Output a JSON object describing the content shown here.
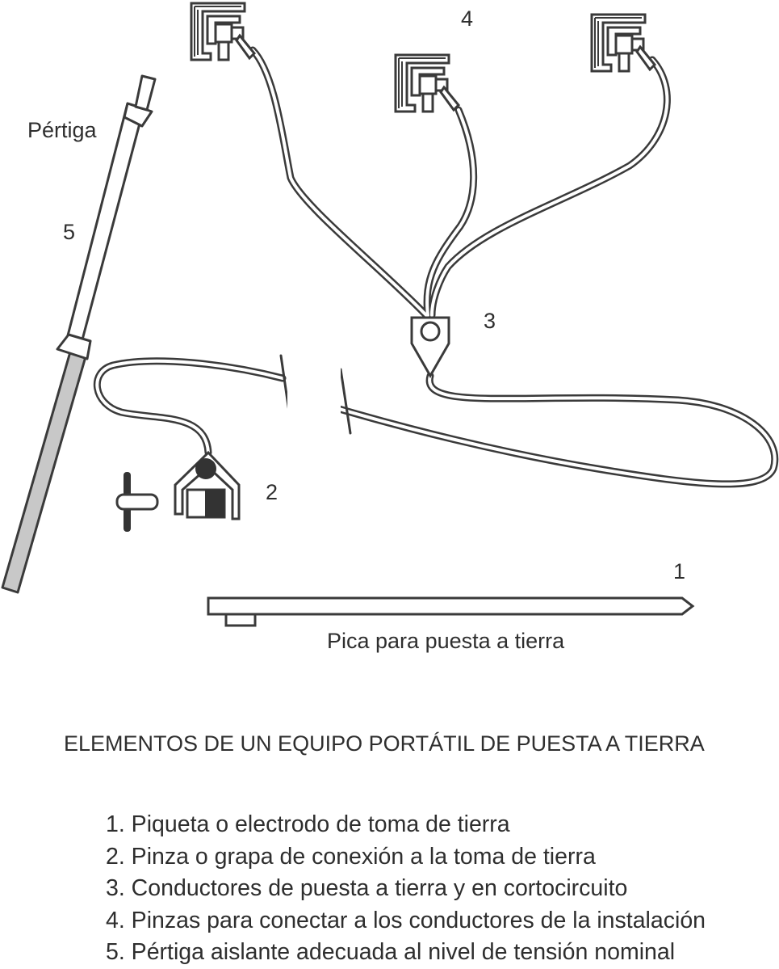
{
  "labels": {
    "pertiga": "Pértiga",
    "num5": "5",
    "num4": "4",
    "num3": "3",
    "num2": "2",
    "num1": "1",
    "pica": "Pica para puesta a tierra"
  },
  "title": "ELEMENTOS DE UN EQUIPO PORTÁTIL DE PUESTA A TIERRA",
  "legend": [
    "1. Piqueta o electrodo de toma de tierra",
    "2. Pinza o grapa de conexión a la toma de tierra",
    "3. Conductores de puesta a tierra y en cortocircuito",
    "4. Pinzas para conectar a los conductores de la instalación",
    "5. Pértiga aislante adecuada al nivel de tensión nominal"
  ],
  "colors": {
    "line": "#3a3a3a",
    "fill": "#ffffff",
    "insulator": "#c8c8c8",
    "dark": "#333333"
  }
}
